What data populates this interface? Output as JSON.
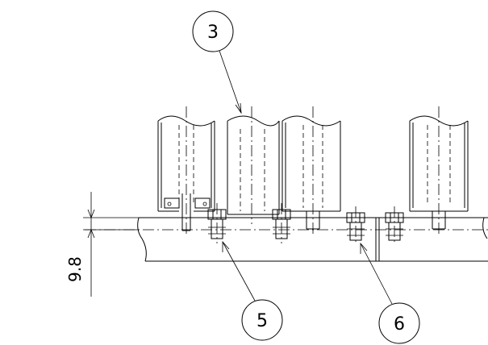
{
  "callouts": [
    {
      "id": "3",
      "text": "3"
    },
    {
      "id": "5",
      "text": "5"
    },
    {
      "id": "6",
      "text": "6"
    }
  ],
  "dimension": {
    "text": "9.8"
  }
}
